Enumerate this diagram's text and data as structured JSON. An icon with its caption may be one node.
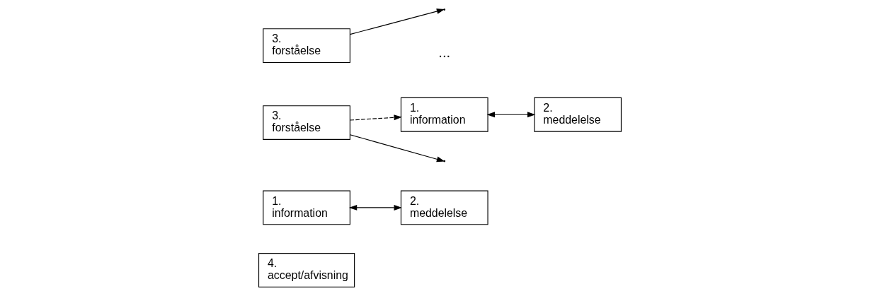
{
  "diagram": {
    "nodes": [
      {
        "text": [
          "4. accept/afvisning"
        ]
      },
      {
        "text": [
          "1. information"
        ]
      },
      {
        "text": [
          "2. meddelelse"
        ]
      },
      {
        "text": [
          "3. forståelse"
        ]
      },
      {
        "text": [
          "1. information"
        ]
      },
      {
        "text": [
          "2. meddelelse"
        ]
      },
      {
        "text": [
          "3. forståelse"
        ]
      }
    ],
    "edges": [
      {
        "from": 1,
        "to": 2,
        "arrow": "both"
      },
      {
        "from": 3,
        "to": null,
        "arrow": "to"
      },
      {
        "from": 3,
        "to": 4,
        "arrow": "to",
        "style": "dashed"
      },
      {
        "from": 4,
        "to": 5,
        "arrow": "both"
      },
      {
        "from": 6,
        "to": null,
        "arrow": "to"
      }
    ],
    "labels": [
      "..."
    ]
  }
}
